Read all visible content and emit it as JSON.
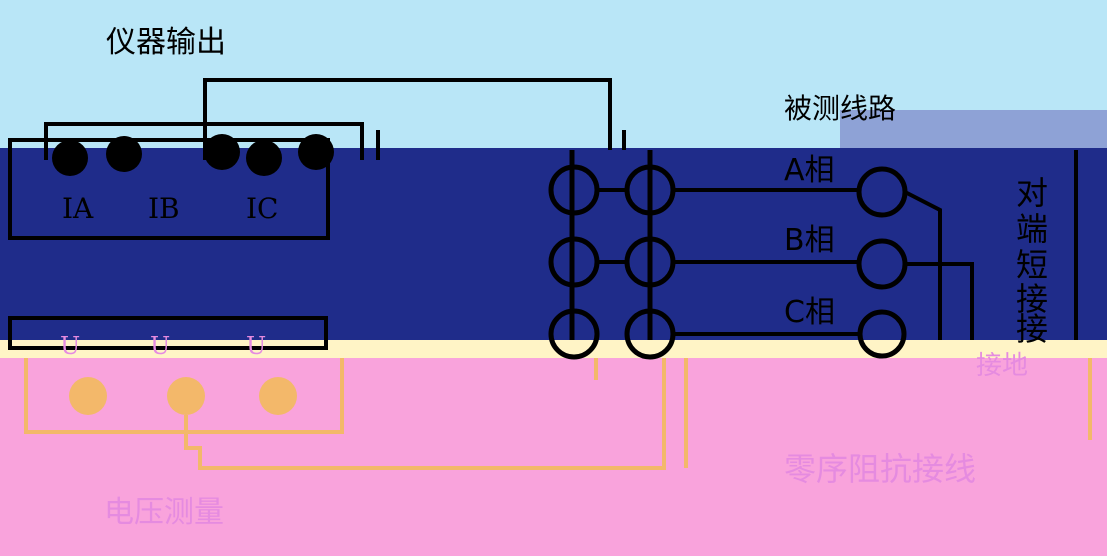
{
  "colors": {
    "top_band": "#b9e6f7",
    "blue_band": "#1f2c8a",
    "pink_band": "#f9a3dc",
    "cream_strip": "#fff4c6",
    "upper_right_panel": "#8ea2d6",
    "wire": "#000000",
    "wire_on_pink": "#f3b86a",
    "text_on_pink": "#e58be0"
  },
  "labels": {
    "instrument_output": "仪器输出",
    "line_under_test": "被测线路",
    "current_terminals": [
      "IA",
      "IB",
      "IC"
    ],
    "phase_a": "A相",
    "phase_b": "B相",
    "phase_c": "C相",
    "far_end_short": [
      "对",
      "端",
      "短",
      "接",
      "接"
    ],
    "voltage_terminals": [
      "U",
      "U",
      "U"
    ],
    "voltage_measure": "电压测量",
    "zero_seq_wiring": "零序阻抗接线",
    "ground": "接地"
  }
}
